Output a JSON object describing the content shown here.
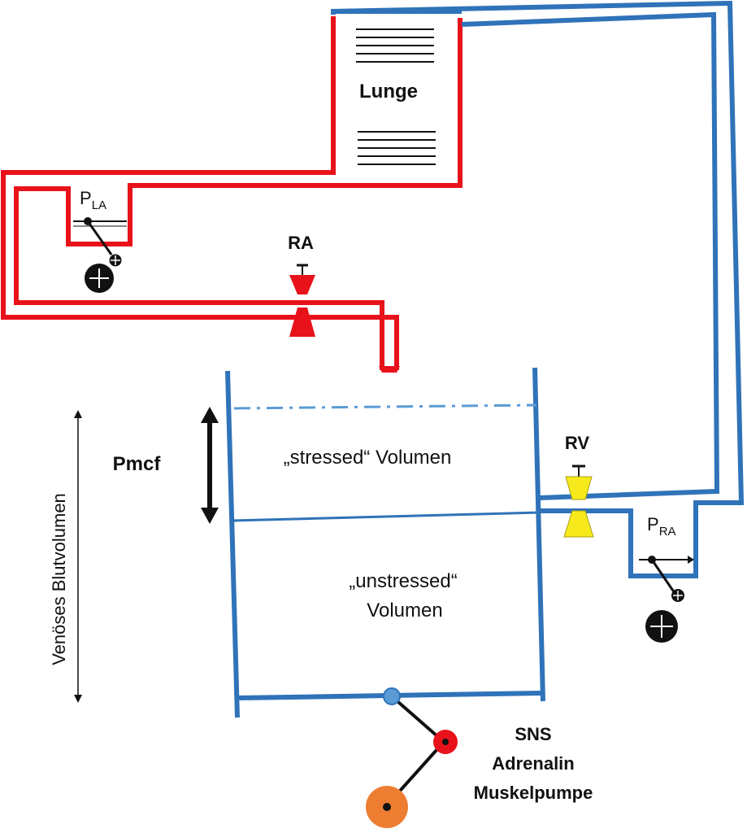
{
  "labels": {
    "lunge": "Lunge",
    "pla_main": "P",
    "pla_sub": "LA",
    "ra": "RA",
    "rv": "RV",
    "pra_main": "P",
    "pra_sub": "RA",
    "pmcf": "Pmcf",
    "stressed": "„stressed“ Volumen",
    "unstressed_line1": "„unstressed“",
    "unstressed_line2": "Volumen",
    "venoeses": "Venöses Blutvolumen",
    "sns": "SNS",
    "adrenalin": "Adrenalin",
    "muskelpumpe": "Muskelpumpe"
  },
  "colors": {
    "arterial": "#e8121a",
    "venous": "#2f73b9",
    "rv_valve": "#f7ea1c",
    "ra_valve": "#e8121a",
    "weight": "#111111",
    "pump_joint": "#5b9bd5",
    "pump_mid": "#e8121a",
    "pump_weight": "#ed7d31"
  }
}
